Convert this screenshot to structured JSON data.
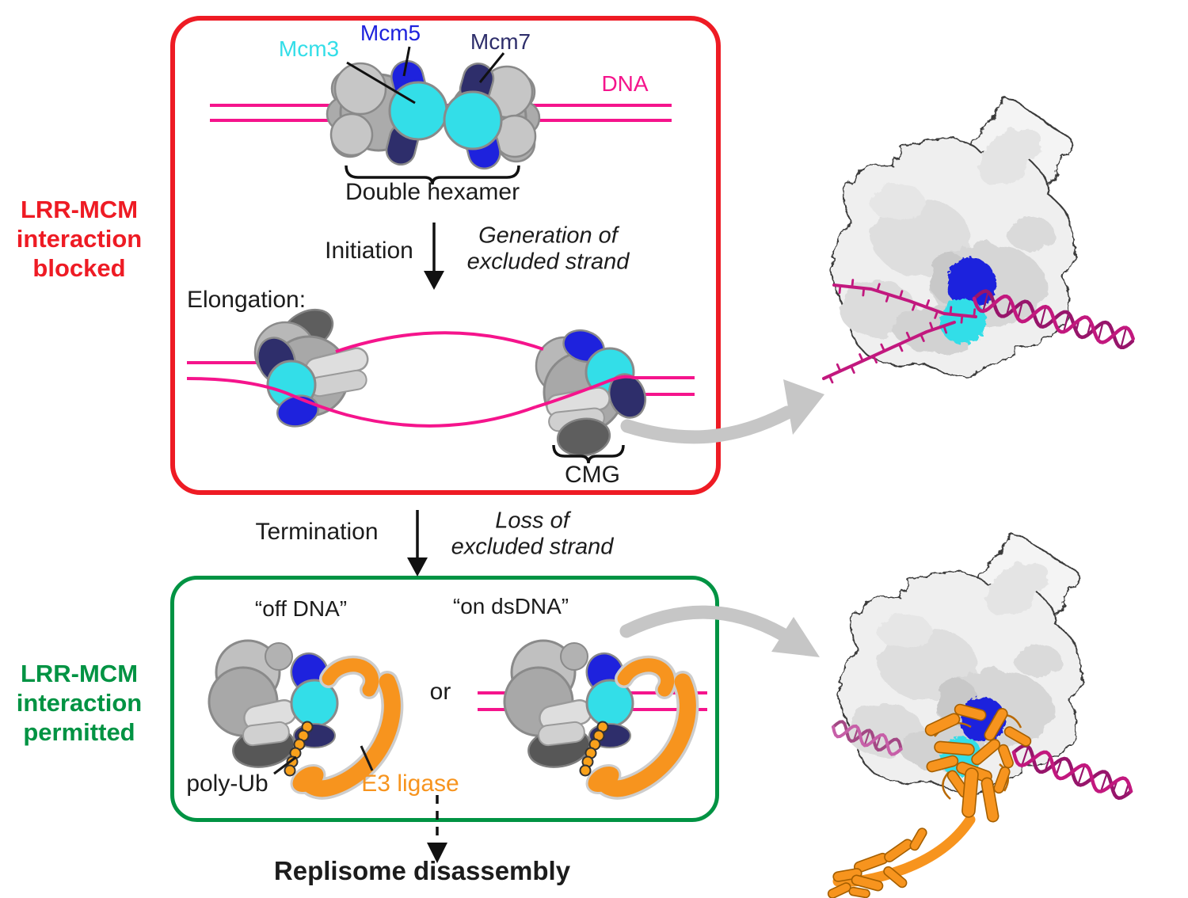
{
  "palette": {
    "red": "#EE1B24",
    "green": "#009343",
    "pink_dna": "#F5148C",
    "magenta_helix": "#C2187E",
    "cyan_mcm3": "#33DEE8",
    "blue_mcm5": "#1E22DD",
    "navy_mcm7": "#2E2E6B",
    "orange_e3": "#F7941E",
    "gray_arrow": "#C6C6C6"
  },
  "side_labels": {
    "blocked": "LRR-MCM\ninteraction\nblocked",
    "permitted": "LRR-MCM\ninteraction\npermitted"
  },
  "top_panel": {
    "mcm3": "Mcm3",
    "mcm5": "Mcm5",
    "mcm7": "Mcm7",
    "dna": "DNA",
    "double_hexamer": "Double hexamer",
    "initiation": "Initiation",
    "generation_note": "Generation of\nexcluded strand",
    "elongation": "Elongation:",
    "cmg": "CMG"
  },
  "transition": {
    "termination": "Termination",
    "loss_note": "Loss of\nexcluded strand"
  },
  "bottom_panel": {
    "off_dna": "“off DNA”",
    "on_dsdna": "“on dsDNA”",
    "or_label": "or",
    "poly_ub": "poly-Ub",
    "e3_ligase": "E3 ligase"
  },
  "outcome": {
    "replisome_disassembly": "Replisome disassembly"
  }
}
